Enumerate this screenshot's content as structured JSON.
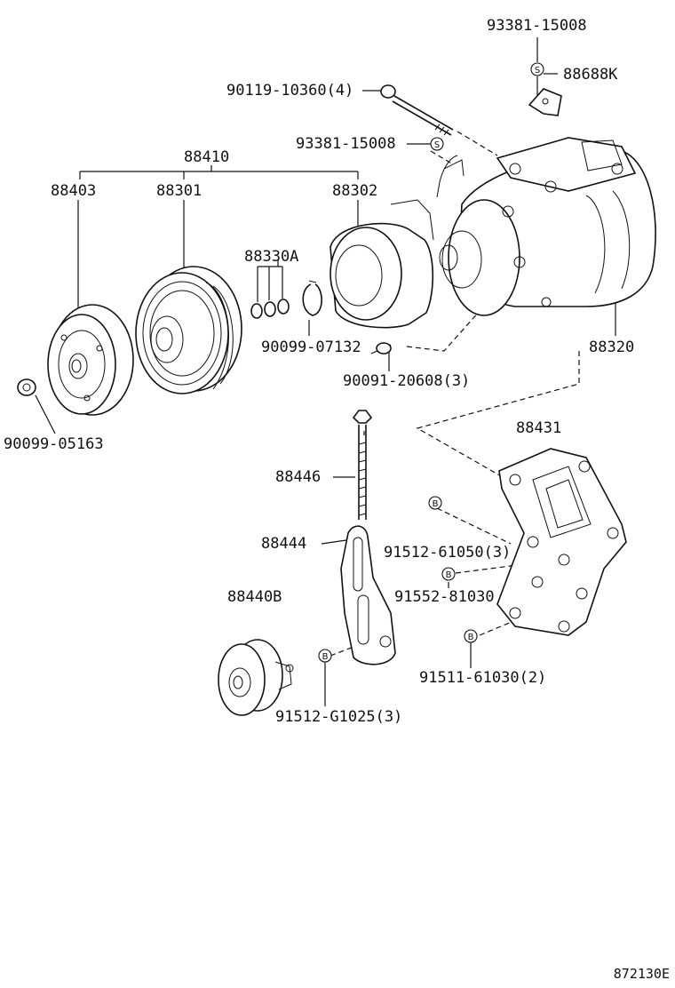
{
  "labels": {
    "p93381_15008_top": "93381-15008",
    "p88688K": "88688K",
    "p90119_10360": "90119-10360(4)",
    "p93381_15008_mid": "93381-15008",
    "p88410": "88410",
    "p88403": "88403",
    "p88301": "88301",
    "p88302": "88302",
    "p88330A": "88330A",
    "p90099_07132": "90099-07132",
    "p90091_20608": "90091-20608(3)",
    "p88320": "88320",
    "p90099_05163": "90099-05163",
    "p88431": "88431",
    "p88446": "88446",
    "p91512_61050": "91512-61050(3)",
    "p88444": "88444",
    "p91552_81030": "91552-81030",
    "p88440B": "88440B",
    "p91511_61030": "91511-61030(2)",
    "p91512_G1025": "91512-G1025(3)",
    "diagram_code": "872130E"
  },
  "markers": {
    "s": "S",
    "b": "B"
  }
}
